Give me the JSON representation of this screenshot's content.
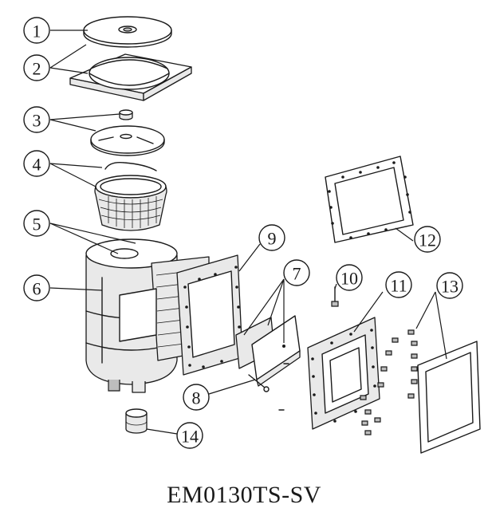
{
  "model_label": "EM0130TS-SV",
  "callouts": [
    {
      "id": "1",
      "label": "1"
    },
    {
      "id": "2",
      "label": "2"
    },
    {
      "id": "3",
      "label": "3"
    },
    {
      "id": "4",
      "label": "4"
    },
    {
      "id": "5",
      "label": "5"
    },
    {
      "id": "6",
      "label": "6"
    },
    {
      "id": "7",
      "label": "7"
    },
    {
      "id": "8",
      "label": "8"
    },
    {
      "id": "9",
      "label": "9"
    },
    {
      "id": "10",
      "label": "10"
    },
    {
      "id": "11",
      "label": "11"
    },
    {
      "id": "12",
      "label": "12"
    },
    {
      "id": "13",
      "label": "13"
    },
    {
      "id": "14",
      "label": "14"
    }
  ]
}
